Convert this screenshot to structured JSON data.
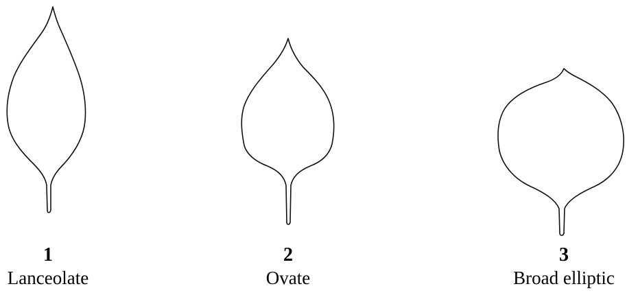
{
  "figure": {
    "leaves": [
      {
        "number": "1",
        "shape": "Lanceolate"
      },
      {
        "number": "2",
        "shape": "Ovate"
      },
      {
        "number": "3",
        "shape": "Broad elliptic"
      }
    ]
  },
  "colors": {
    "outline": "#111111",
    "background": "#ffffff"
  }
}
